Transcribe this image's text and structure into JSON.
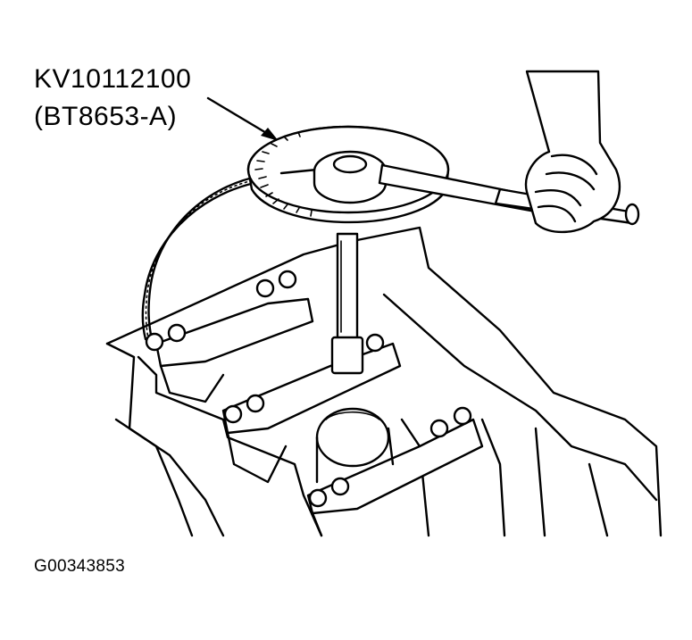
{
  "callout": {
    "part_number": "KV10112100",
    "alt_part_number": "(BT8653-A)"
  },
  "figure_id": "G00343853",
  "colors": {
    "ink": "#000000",
    "background": "#ffffff"
  }
}
